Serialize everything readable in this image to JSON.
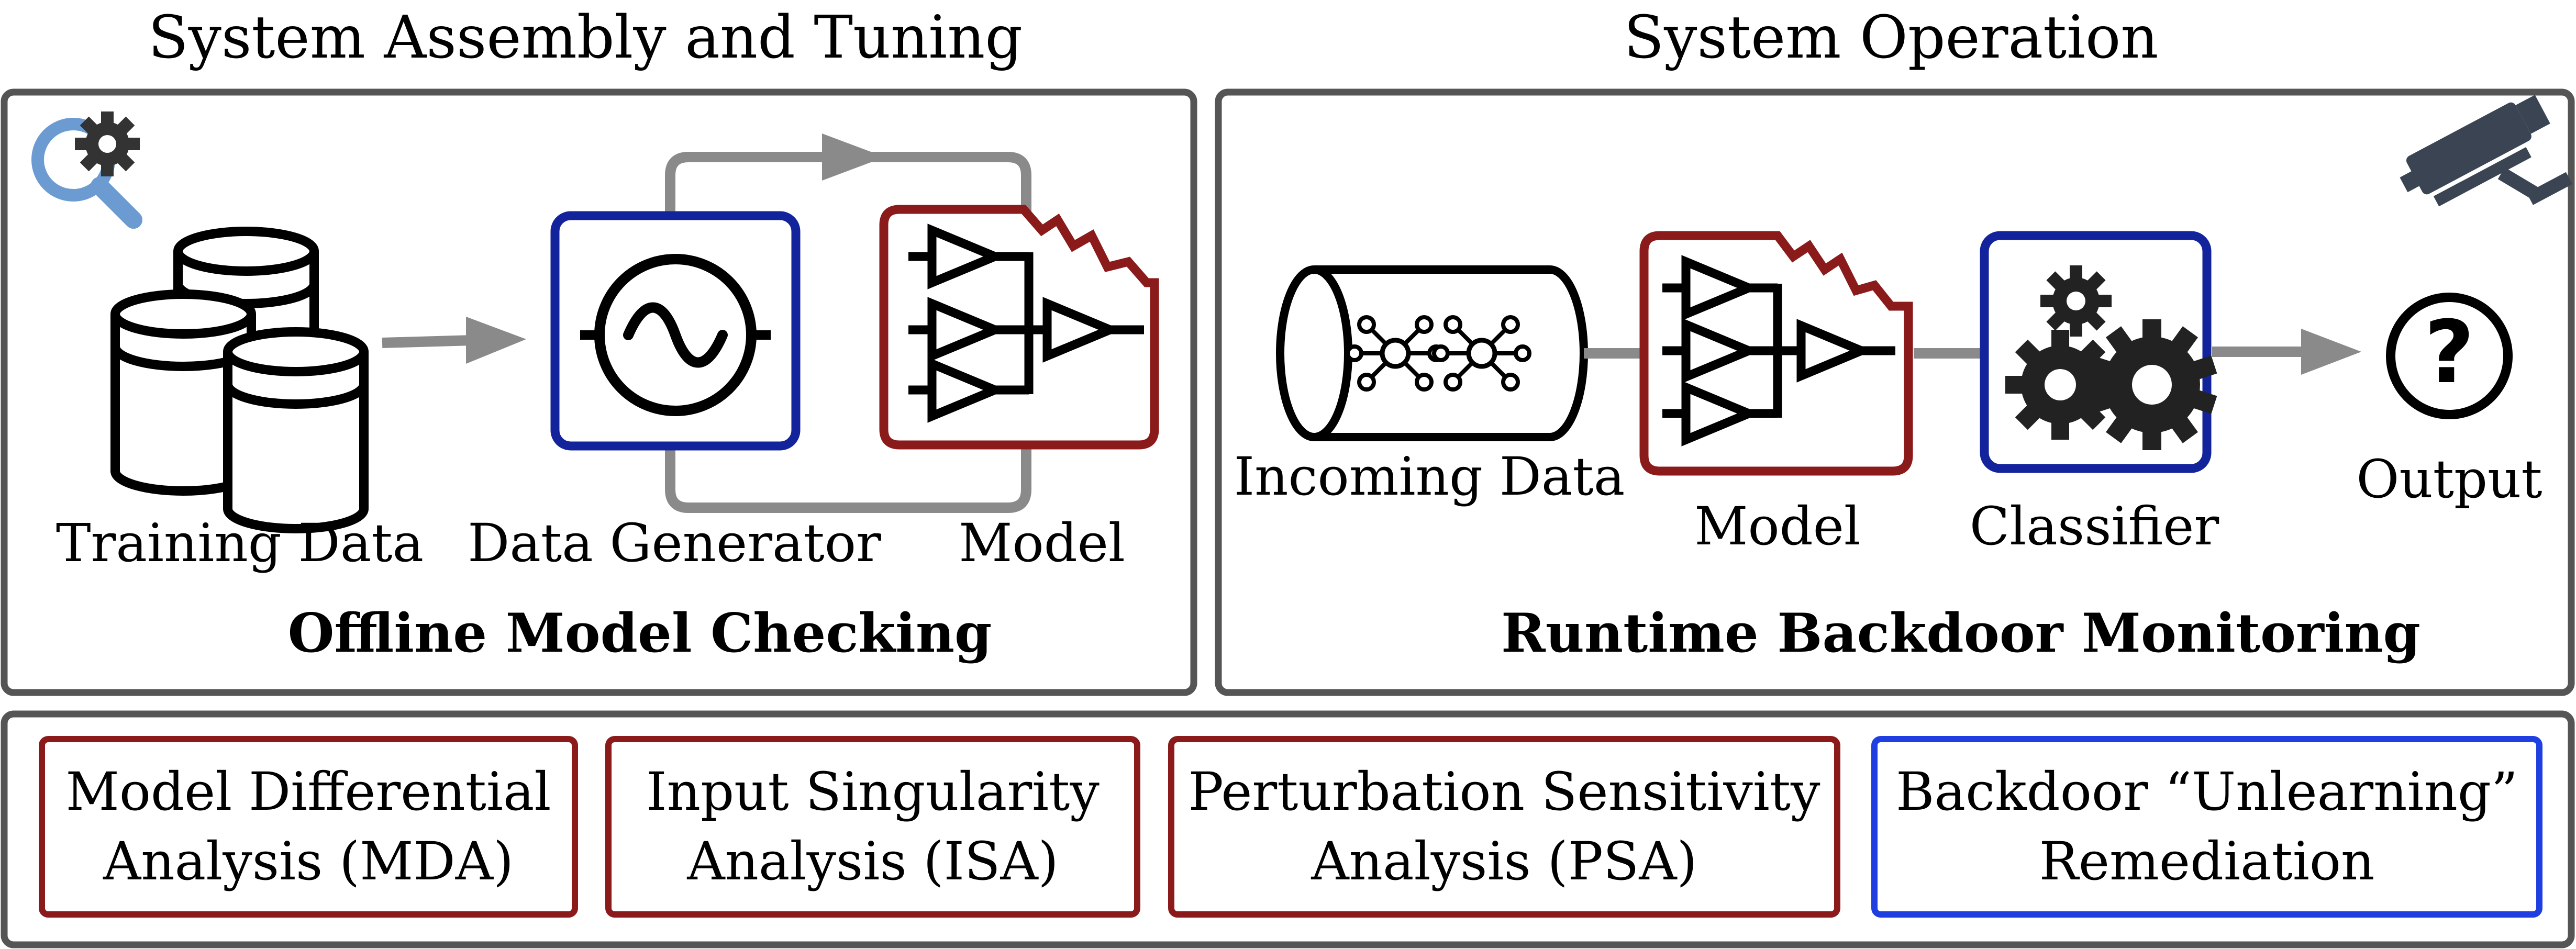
{
  "titles": {
    "left": "System Assembly and Tuning",
    "right": "System Operation"
  },
  "left_panel": {
    "training_data": "Training Data",
    "data_generator": "Data Generator",
    "model": "Model",
    "caption": "Offline Model Checking"
  },
  "right_panel": {
    "incoming_data": "Incoming Data",
    "model": "Model",
    "classifier": "Classifier",
    "output": "Output",
    "caption": "Runtime Backdoor Monitoring"
  },
  "techniques": [
    {
      "line1": "Model Differential",
      "line2": "Analysis (MDA)"
    },
    {
      "line1": "Input Singularity",
      "line2": "Analysis (ISA)"
    },
    {
      "line1": "Perturbation Sensitivity",
      "line2": "Analysis (PSA)"
    },
    {
      "line1": "Backdoor “Unlearning”",
      "line2": "Remediation"
    }
  ],
  "icons": [
    "magnifier-gear-icon",
    "database-icon",
    "oscillator-icon",
    "neural-model-icon",
    "surveillance-camera-icon",
    "data-cylinder-icon",
    "network-nodes-icon",
    "gears-icon",
    "question-mark-icon",
    "arrow-icon"
  ],
  "colors": {
    "dark_red": "#8b1a1a",
    "dark_blue": "#13239b",
    "bright_blue": "#1f3fe0",
    "gray": "#8a8a8a",
    "panel_border": "#555555",
    "magnifier_blue": "#6b9bd1"
  }
}
